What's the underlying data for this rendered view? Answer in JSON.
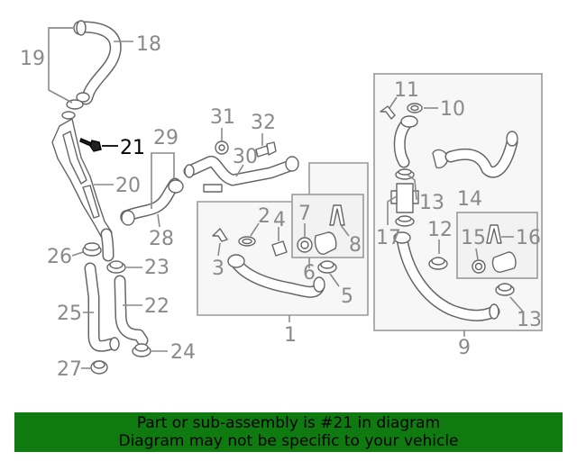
{
  "diagram": {
    "highlight_color": "#000000",
    "label_color": "#8a8a8a",
    "labels": {
      "l1": "1",
      "l2": "2",
      "l3": "3",
      "l4": "4",
      "l5": "5",
      "l6": "6",
      "l7": "7",
      "l8": "8",
      "l9": "9",
      "l10": "10",
      "l11": "11",
      "l12": "12",
      "l13a": "13",
      "l13b": "13",
      "l14": "14",
      "l15": "15",
      "l16": "16",
      "l17": "17",
      "l18": "18",
      "l19": "19",
      "l20": "20",
      "l21": "21",
      "l22": "22",
      "l23": "23",
      "l24": "24",
      "l25": "25",
      "l26": "26",
      "l27": "27",
      "l28": "28",
      "l29": "29",
      "l30": "30",
      "l31": "31",
      "l32": "32"
    }
  },
  "banner": {
    "line1": "Part or sub-assembly is #21 in diagram",
    "line2": "Diagram may not be specific to your vehicle",
    "background": "#0f7a0f"
  }
}
